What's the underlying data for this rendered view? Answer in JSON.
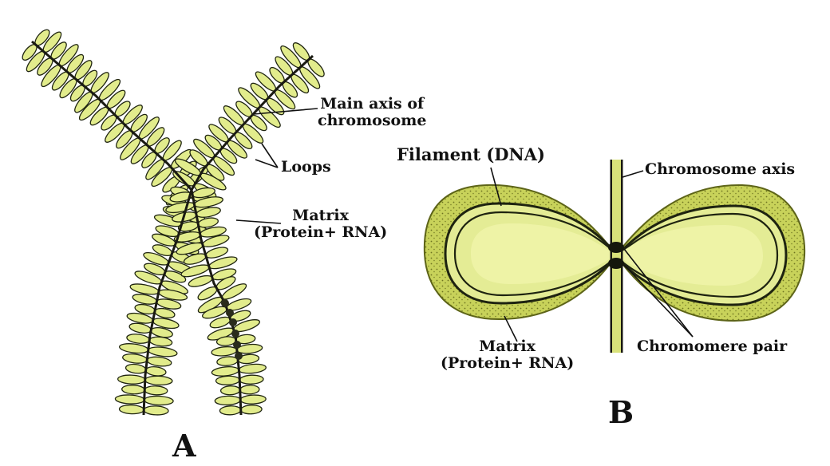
{
  "figure": {
    "panel_a": {
      "letter": "A",
      "labels": {
        "main_axis_line1": "Main axis of",
        "main_axis_line2": "chromosome",
        "loops": "Loops",
        "matrix_line1": "Matrix",
        "matrix_line2": "(Protein+ RNA)"
      }
    },
    "panel_b": {
      "letter": "B",
      "labels": {
        "filament": "Filament (DNA)",
        "chromosome_axis": "Chromosome axis",
        "matrix_line1": "Matrix",
        "matrix_line2": "(Protein+ RNA)",
        "chromomere_pair": "Chromomere pair"
      }
    },
    "colors": {
      "loop_fill": "#e2ec8c",
      "loop_stroke": "#1f2410",
      "matrix_fill": "#c9d35a",
      "inner_fill": "#eef3a6",
      "axis": "#1a1a12"
    }
  }
}
